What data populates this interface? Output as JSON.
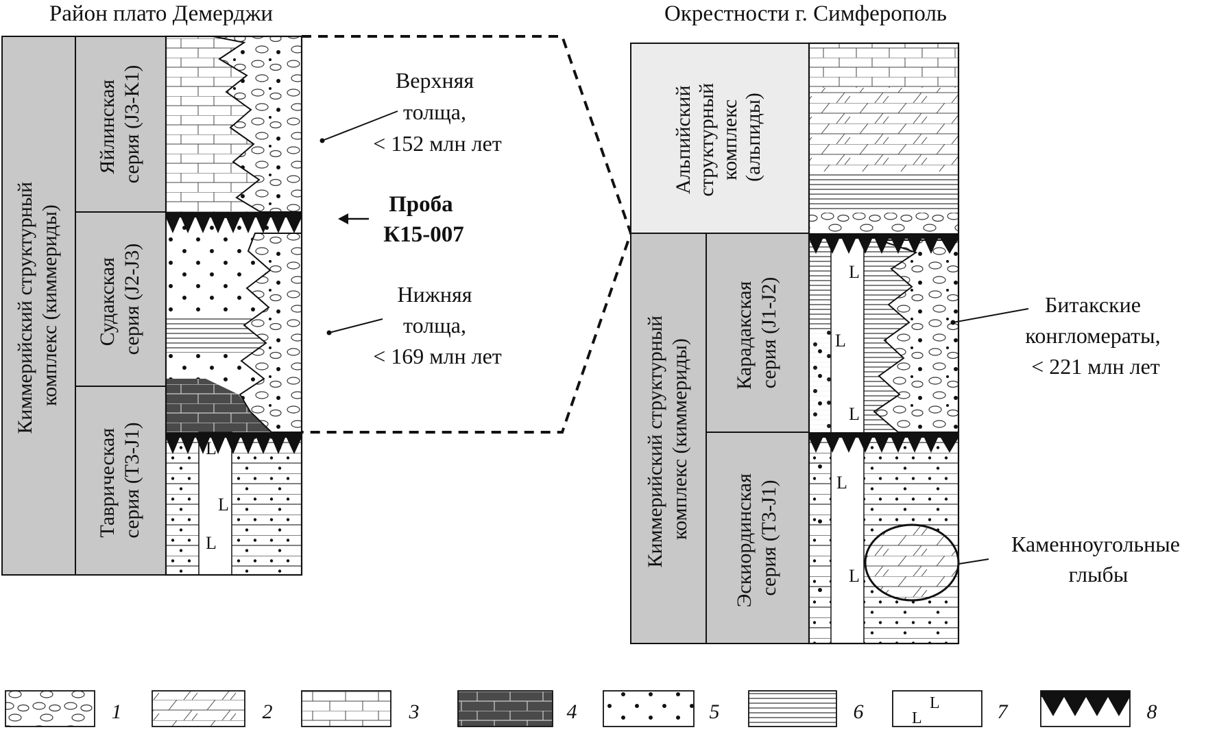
{
  "left_section": {
    "title": "Район плато Демерджи",
    "complex_label": [
      "Киммерийский структурный",
      "комплекс (киммериды)"
    ],
    "series": [
      {
        "id": "yaila",
        "lines": [
          "Яйлинская",
          "серия (J3-K1)"
        ]
      },
      {
        "id": "sudak",
        "lines": [
          "Судакская",
          "серия (J2-J3)"
        ]
      },
      {
        "id": "taurian",
        "lines": [
          "Таврическая",
          "серия  (T3-J1)"
        ]
      }
    ]
  },
  "right_section": {
    "title": "Окрестности г. Симферополь",
    "alpine_label": [
      "Альпийский",
      "структурный",
      "комплекс",
      "(альпиды)"
    ],
    "complex_label": [
      "Киммерийский структурный",
      "комплекс (киммериды)"
    ],
    "series": [
      {
        "id": "karadag",
        "lines": [
          "Карадакская",
          "серия (J1-J2)"
        ]
      },
      {
        "id": "eskiorda",
        "lines": [
          "Эскиординская",
          "серия (T3-J1)"
        ]
      }
    ]
  },
  "annotations": {
    "upper": [
      "Верхняя",
      "толща,",
      "< 152 млн лет"
    ],
    "sample": [
      "Проба",
      "К15-007"
    ],
    "lower": [
      "Нижняя",
      "толща,",
      "< 169 млн лет"
    ],
    "bitak": [
      "Битакские",
      "конгломераты,",
      "< 221 млн лет"
    ],
    "coal": [
      "Каменноугольные",
      "глыбы"
    ]
  },
  "legend": [
    {
      "num": "1",
      "pattern": "conglomerate"
    },
    {
      "num": "2",
      "pattern": "marl-limestone"
    },
    {
      "num": "3",
      "pattern": "limestone"
    },
    {
      "num": "4",
      "pattern": "dark-limestone"
    },
    {
      "num": "5",
      "pattern": "sandstone"
    },
    {
      "num": "6",
      "pattern": "shale"
    },
    {
      "num": "7",
      "pattern": "basalt"
    },
    {
      "num": "8",
      "pattern": "unconformity"
    }
  ],
  "colors": {
    "label_fill": "#c8c8c8",
    "alpine_fill": "#ececec",
    "dark_limestone": "#4a4a4a",
    "line": "#111111"
  }
}
